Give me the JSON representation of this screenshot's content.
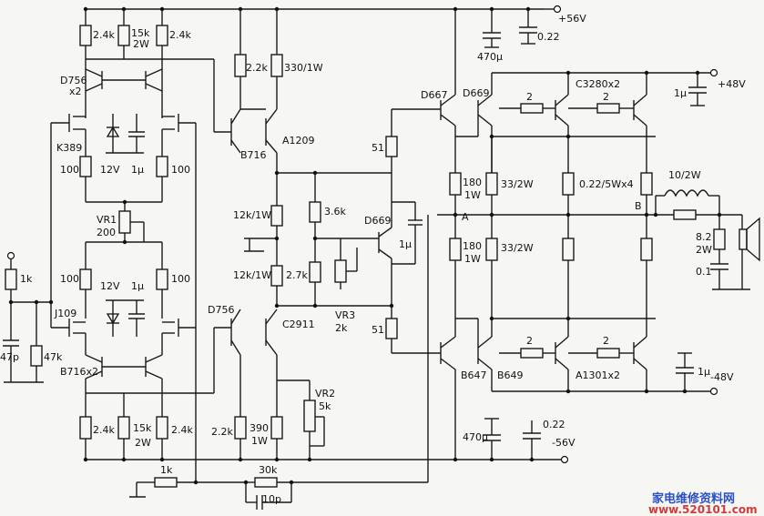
{
  "labels": {
    "plus56": "+56V",
    "minus56": "-56V",
    "plus48": "+48V",
    "minus48": "-48V",
    "cap_0_22_top": "0.22",
    "cap_470_top": "470μ",
    "cap_470_bot": "470μ",
    "cap_0_22_bot": "0.22",
    "r24a": "2.4k",
    "r15a": "15k",
    "w2a": "2W",
    "r24b": "2.4k",
    "r22k": "2.2k",
    "r330": "330/1W",
    "d756x2": "D756",
    "x2a": "x2",
    "k389": "K389",
    "r100a": "100",
    "z12a": "12V",
    "c1ua": "1μ",
    "r100b": "100",
    "vr1": "VR1",
    "vr1v": "200",
    "r100c": "100",
    "z12b": "12V",
    "c1ub": "1μ",
    "r100d": "100",
    "j109": "J109",
    "b716x2": "B716x2",
    "r24c": "2.4k",
    "r15b": "15k",
    "w2b": "2W",
    "r24d": "2.4k",
    "in_r1k": "1k",
    "c47p": "47p",
    "r47k": "47k",
    "b716": "B716",
    "a1209": "A1209",
    "r12k1": "12k/1W",
    "r36k": "3.6k",
    "d669a": "D669",
    "c1uc": "1μ",
    "r12k2": "12k/1W",
    "r27k": "2.7k",
    "vr3": "VR3",
    "vr3v": "2k",
    "d756b": "D756",
    "c2911": "C2911",
    "vr2": "VR2",
    "vr2v": "5k",
    "r22kb": "2.2k",
    "r390": "390",
    "w1c": "1W",
    "r51a": "51",
    "r51b": "51",
    "d667": "D667",
    "d669b": "D669",
    "c3280": "C3280x2",
    "r2a": "2",
    "r2b": "2",
    "c1ud": "1μ",
    "r180a": "180",
    "w1a": "1W",
    "r180b": "180",
    "w1b": "1W",
    "r33a": "33/2W",
    "r33b": "33/2W",
    "r022": "0.22/5Wx4",
    "nodeA": "A",
    "nodeB": "B",
    "l10": "10/2W",
    "r82": "8.2",
    "w2c": "2W",
    "c01": "0.1",
    "b647": "B647",
    "b649": "B649",
    "a1301": "A1301x2",
    "r2c": "2",
    "r2d": "2",
    "c1ue": "1μ",
    "fb1k": "1k",
    "fb30k": "30k",
    "fb10p": "10p",
    "wm_cn": "家电维修资料网",
    "wm_url": "www.520101.com"
  }
}
